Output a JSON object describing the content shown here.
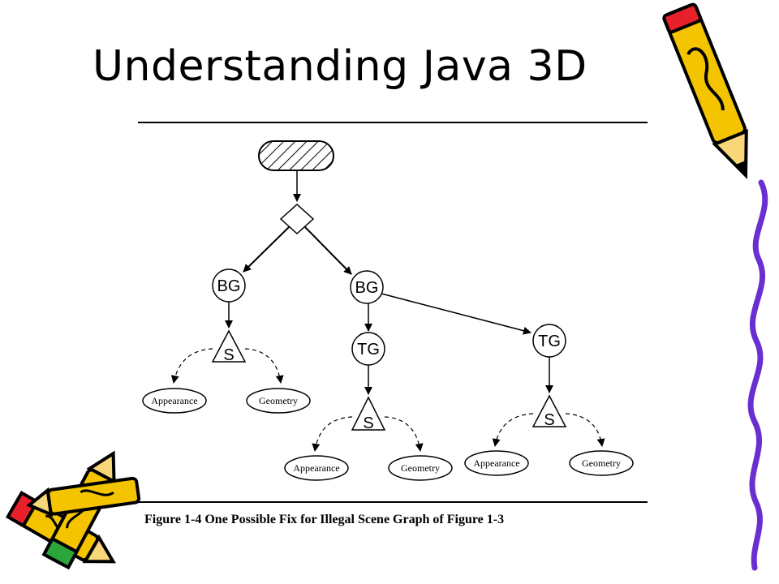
{
  "slide": {
    "title": "Understanding Java 3D",
    "caption": "Figure 1-4 One Possible Fix for Illegal Scene Graph of Figure 1-3"
  },
  "diagram": {
    "labels": {
      "bg": "BG",
      "tg": "TG",
      "shape": "S",
      "appearance": "Appearance",
      "geometry": "Geometry"
    }
  },
  "decorations": [
    "pencil-clipart-top-right",
    "pencils-clipart-bottom-left",
    "purple-wavy-border-right"
  ],
  "colors": {
    "line": "#000000",
    "pencil_yellow": "#f5c400",
    "pencil_red": "#e8202a",
    "pencil_green": "#2aa63a",
    "border_purple": "#6a2fd0"
  }
}
